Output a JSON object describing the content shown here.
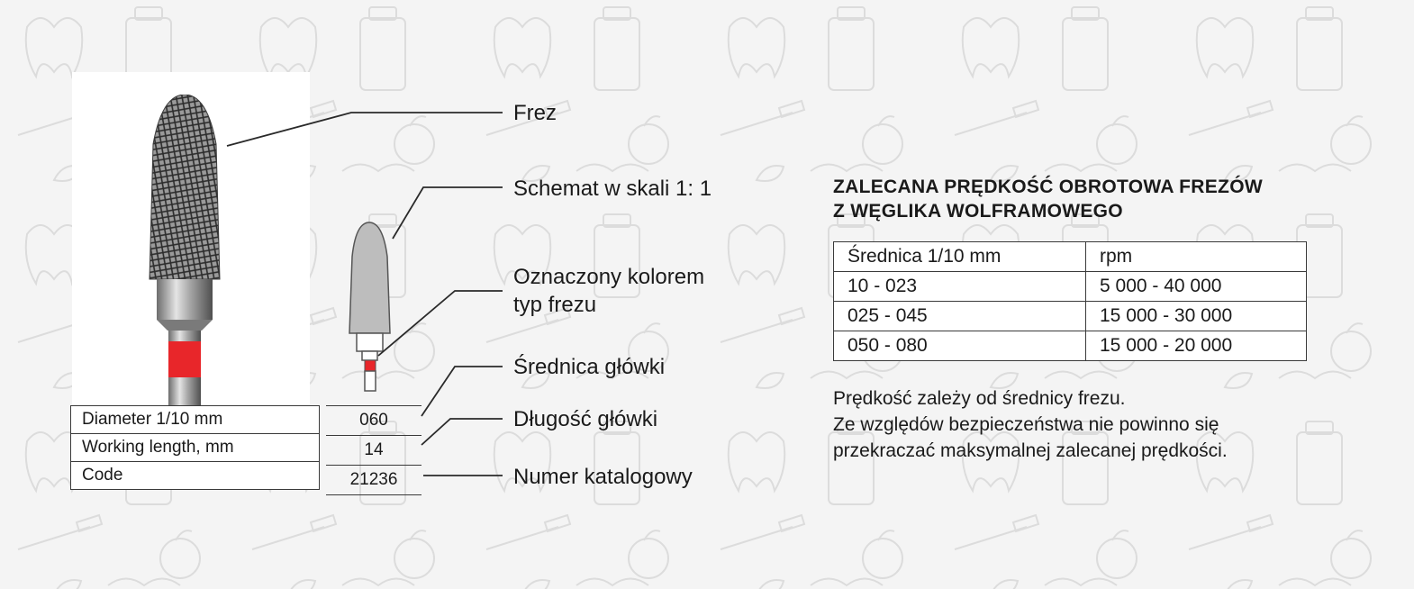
{
  "callouts": {
    "frez": "Frez",
    "schemat": "Schemat w skali 1: 1",
    "oznaczony_line1": "Oznaczony kolorem",
    "oznaczony_line2": "typ frezu",
    "srednica": "Średnica główki",
    "dlugosc": "Długość główki",
    "numer": "Numer katalogowy"
  },
  "specs": [
    {
      "label": "Diameter 1/10 mm",
      "value": "060"
    },
    {
      "label": "Working length, mm",
      "value": "14"
    },
    {
      "label": "Code",
      "value": "21236"
    }
  ],
  "speed": {
    "title_line1": "ZALECANA PRĘDKOŚĆ OBROTOWA FREZÓW",
    "title_line2": "Z WĘGLIKA WOLFRAMOWEGO",
    "headers": [
      "Średnica 1/10 mm",
      "rpm"
    ],
    "rows": [
      [
        "10 - 023",
        "5 000 - 40 000"
      ],
      [
        "025 - 045",
        "15 000 - 30 000"
      ],
      [
        "050 - 080",
        "15 000 - 20 000"
      ]
    ]
  },
  "note": [
    "Prędkość zależy od średnicy frezu.",
    "Ze względów bezpieczeństwa nie powinno się",
    "przekraczać maksymalnej zalecanej prędkości."
  ],
  "colors": {
    "type_band": "#e8262a",
    "background": "#f4f4f4",
    "line": "#3a3a3a"
  }
}
